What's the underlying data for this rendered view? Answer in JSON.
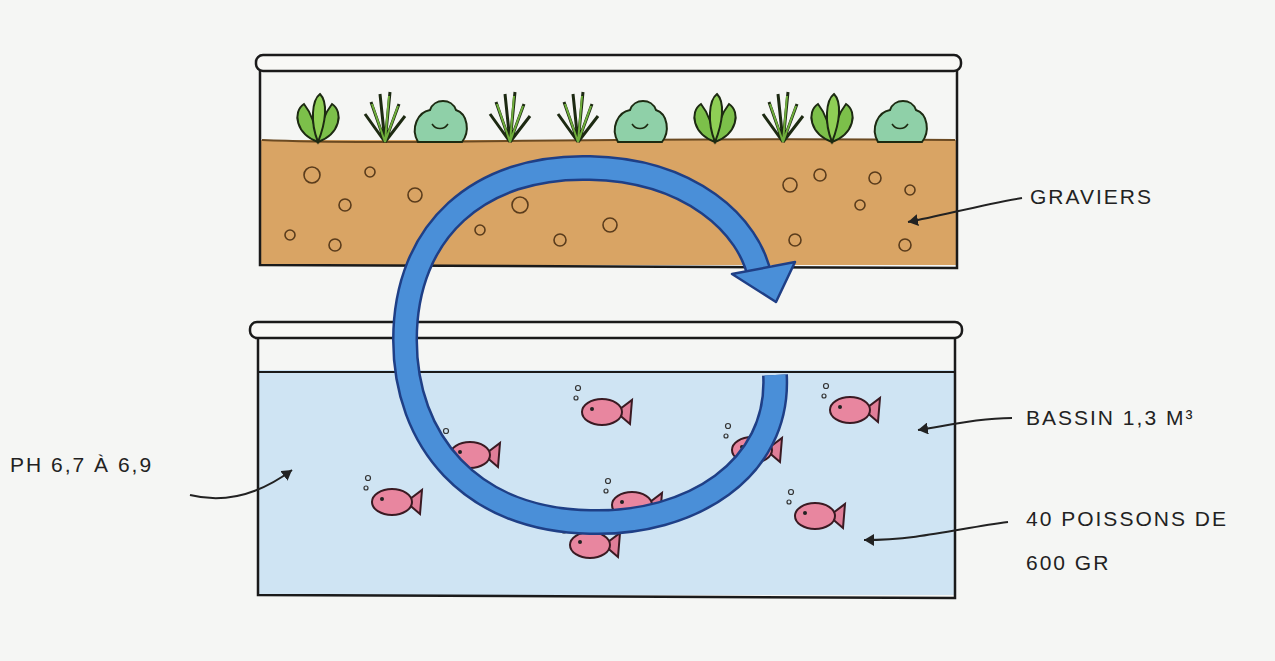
{
  "diagram": {
    "labels": [
      "GRAVIERS",
      "BASSIN 1,3 M³",
      "40 POISSONS DE 600 GR",
      "PH 6,7 À 6,9"
    ]
  }
}
